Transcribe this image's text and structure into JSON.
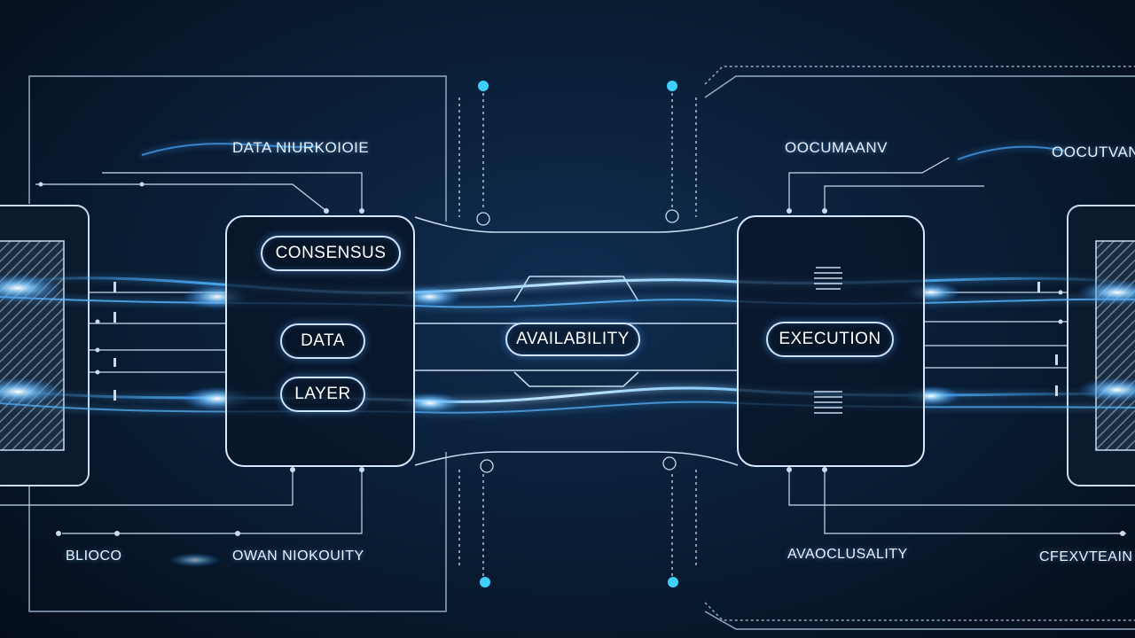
{
  "diagram": {
    "labels": {
      "top_left": "DATA NIURKOIOIE",
      "top_right": "OOCUMAANV",
      "top_far_right": "OOCUTVANTV",
      "consensus": "CONSENSUS",
      "data": "DATA",
      "layer": "LAYER",
      "availability": "AVAILABILITY",
      "execution": "EXECUTION",
      "bottom_left": "BLIOCO",
      "bottom_left_center": "OWAN NIOKOUITY",
      "bottom_right_center": "AVAOCLUSALITY",
      "bottom_far_right": "CFEXVTEAIN"
    },
    "colors": {
      "background": "#0a1f38",
      "line": "#c8dcf0",
      "glow": "#3fa9ff",
      "accent_dot": "#3ecfff"
    }
  }
}
